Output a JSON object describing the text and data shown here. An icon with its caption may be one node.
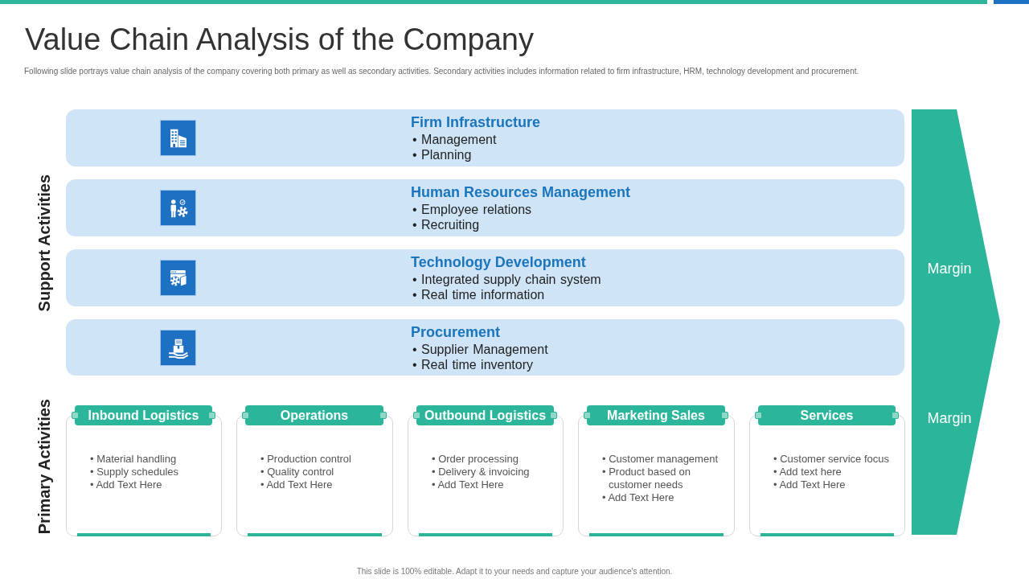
{
  "diagram": {
    "title": "Value Chain Analysis of the Company",
    "nodes": [
      {
        "text": [
          "Firm Infrastructure",
          "• Management",
          "• Planning"
        ]
      },
      {
        "text": [
          "Human Resources Management",
          "• Employee relations",
          "• Recruiting"
        ]
      },
      {
        "text": [
          "Technology Development",
          "• Integrated supply chain system",
          "• Real time information"
        ]
      },
      {
        "text": [
          "Procurement",
          "• Supplier Management",
          "• Real time inventory"
        ]
      },
      {
        "text": [
          "Inbound Logistics",
          "• Material handling",
          "• Supply schedules",
          "• Add Text Here"
        ]
      },
      {
        "text": [
          "Operations",
          "• Production control",
          "• Quality control",
          "• Add Text Here"
        ]
      },
      {
        "text": [
          "Outbound Logistics",
          "• Order processing",
          "• Delivery & invoicing",
          "• Add Text Here"
        ]
      },
      {
        "text": [
          "Marketing Sales",
          "• Customer management",
          "• Product based on customer needs",
          "• Add Text Here"
        ]
      },
      {
        "text": [
          "Services",
          "• Customer service focus",
          "• Add text here",
          "• Add Text Here"
        ]
      },
      {
        "text": [
          "Margin",
          "Margin"
        ]
      }
    ],
    "labels": [
      "Following slide portrays value chain analysis of the company covering both primary as well as secondary activities. Secondary activities includes information related to firm infrastructure, HRM, technology development and procurement.",
      "Support Activities",
      "Primary Activities",
      "This slide is 100% editable. Adapt it to your needs and capture your audience's attention."
    ]
  }
}
